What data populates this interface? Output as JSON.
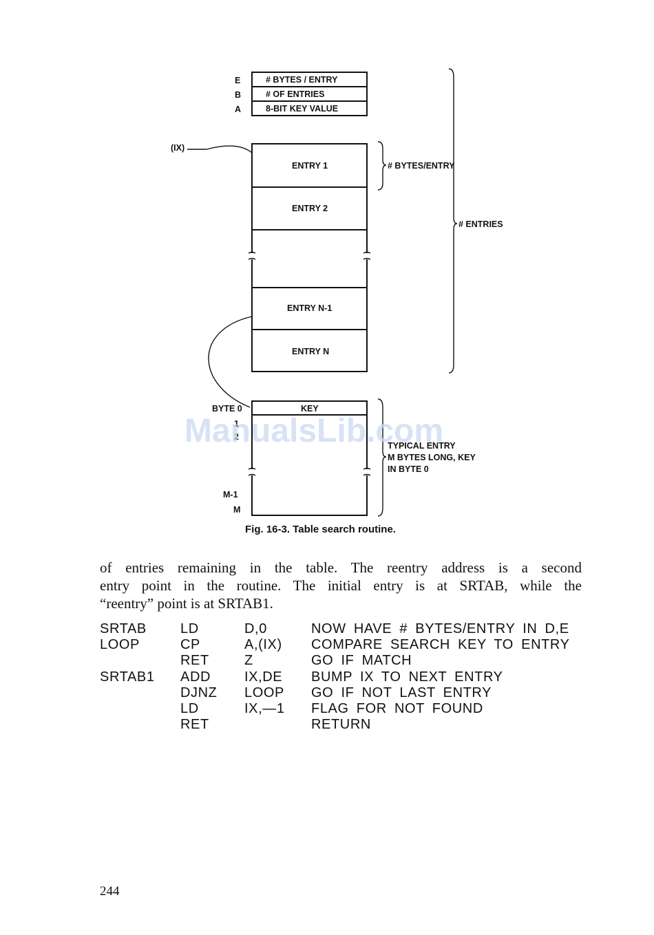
{
  "figure": {
    "registers": [
      {
        "reg": "E",
        "content": "# BYTES / ENTRY"
      },
      {
        "reg": "B",
        "content": "# OF ENTRIES"
      },
      {
        "reg": "A",
        "content": "8-BIT KEY VALUE"
      }
    ],
    "ix_label": "(IX)",
    "entries": [
      "ENTRY 1",
      "ENTRY 2",
      "ENTRY N-1",
      "ENTRY N"
    ],
    "brace_bytes_per_entry": "# BYTES/ENTRY",
    "brace_entries": "# ENTRIES",
    "key_label": "KEY",
    "byte_labels": [
      "BYTE 0",
      "1",
      "2",
      "M-1",
      "M"
    ],
    "typical_entry_note": [
      "TYPICAL ENTRY",
      "M BYTES LONG, KEY",
      "IN BYTE 0"
    ],
    "caption": "Fig. 16-3. Table search routine."
  },
  "watermark": "ManualsLib.com",
  "paragraph": [
    "of entries remaining in the table. The reentry address is a second",
    "entry point in the routine. The initial entry is at SRTAB, while the",
    "“reentry” point is at SRTAB1."
  ],
  "code": [
    [
      "SRTAB",
      "LD",
      "D,0",
      "NOW HAVE # BYTES/ENTRY IN D,E"
    ],
    [
      "LOOP",
      "CP",
      "A,(IX)",
      "COMPARE SEARCH KEY TO ENTRY"
    ],
    [
      "",
      "RET",
      "Z",
      "GO IF MATCH"
    ],
    [
      "SRTAB1",
      "ADD",
      "IX,DE",
      "BUMP IX TO NEXT ENTRY"
    ],
    [
      "",
      "DJNZ",
      "LOOP",
      "GO IF NOT LAST ENTRY"
    ],
    [
      "",
      "LD",
      "IX,—1",
      "FLAG FOR NOT FOUND"
    ],
    [
      "",
      "RET",
      "",
      "RETURN"
    ]
  ],
  "page_number": "244"
}
